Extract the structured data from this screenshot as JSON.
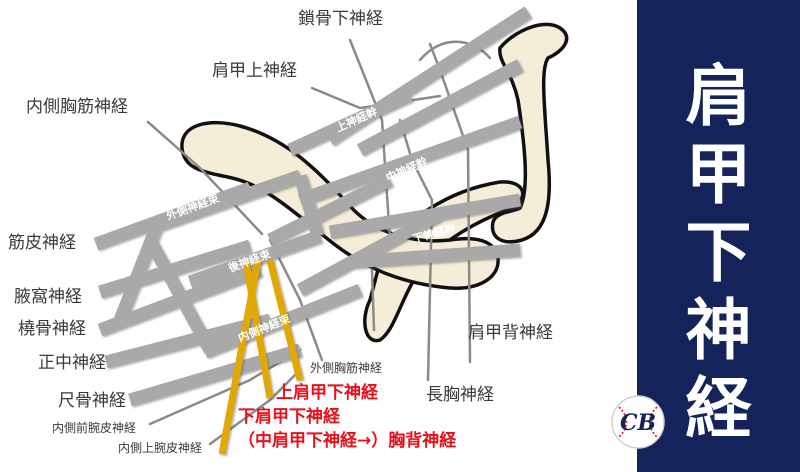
{
  "title": "肩甲下神経",
  "labels": {
    "clavicle_subclavius": "鎖骨下神経",
    "suprascapular": "肩甲上神経",
    "medial_pectoral": "内側胸筋神経",
    "musculocutaneous": "筋皮神経",
    "axillary": "腋窩神経",
    "radial": "橈骨神経",
    "median": "正中神経",
    "ulnar": "尺骨神経",
    "medial_antebrachial": "内側前腕皮神経",
    "medial_brachial": "内側上腕皮神経",
    "lateral_pectoral": "外側胸筋神経",
    "dorsal_scapular": "肩甲背神経",
    "long_thoracic": "長胸神経",
    "upper_subscapular": "上肩甲下神経",
    "lower_subscapular": "下肩甲下神経",
    "middle_subscapular": "（中肩甲下神経→）胸背神経"
  },
  "trunks": {
    "upper": "上神経幹",
    "middle": "中神経幹",
    "lower": "下神経幹"
  },
  "cords": {
    "lateral": "外側神経束",
    "posterior": "後神経束",
    "medial": "内側神経束"
  },
  "colors": {
    "sidebar": "#14245a",
    "nerve_gray": "#a9a9a9",
    "highlight_nerve": "#e0a800",
    "bone": "#f5edd8",
    "red_label": "#e8101a"
  },
  "logo_icon": "baseball-cb-logo"
}
